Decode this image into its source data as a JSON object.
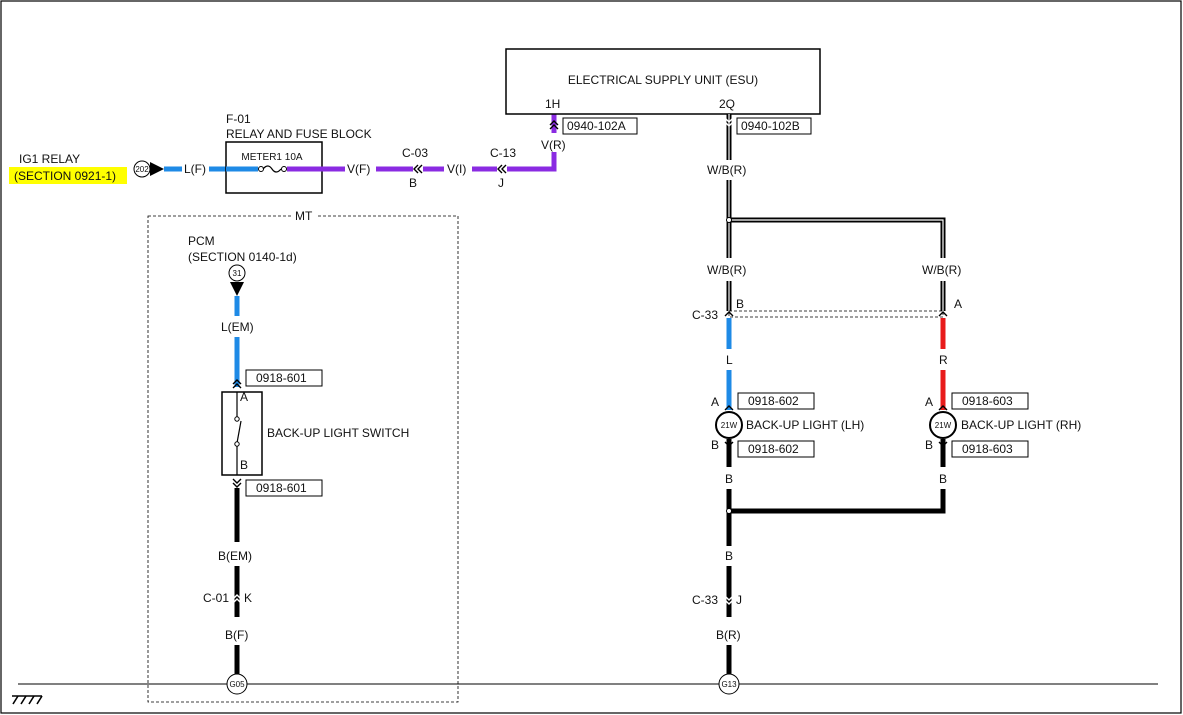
{
  "colors": {
    "blue": "#1e8ae6",
    "violet": "#8a2be2",
    "red": "#e81b1b",
    "black": "#000000",
    "wire_wb": "#000000",
    "highlight": "#ffff00"
  },
  "ig1": {
    "title": "IG1 RELAY",
    "section": "(SECTION 0921-1)",
    "terminal": "202",
    "wire": "L(F)"
  },
  "fuse_block": {
    "id": "F-01",
    "name": "RELAY AND FUSE BLOCK",
    "fuse": "METER1 10A",
    "out_wire": "V(F)"
  },
  "c03": {
    "id": "C-03",
    "pin": "B",
    "wire": "V(I)"
  },
  "c13": {
    "id": "C-13",
    "pin": "J",
    "wire": "V(R)"
  },
  "esu": {
    "name": "ELECTRICAL SUPPLY UNIT (ESU)",
    "pin_left": "1H",
    "pin_right": "2Q",
    "conn_left": "0940-102A",
    "conn_right": "0940-102B",
    "wire_right": "W/B(R)"
  },
  "mt": {
    "label": "MT",
    "pcm_title": "PCM",
    "pcm_section": "(SECTION 0140-1d)",
    "pcm_terminal": "31",
    "wire_top": "L(EM)",
    "switch_conn_top": "0918-601",
    "switch_pin_a": "A",
    "switch_name": "BACK-UP LIGHT SWITCH",
    "switch_pin_b": "B",
    "switch_conn_bottom": "0918-601",
    "wire_mid": "B(EM)",
    "c01": "C-01",
    "c01_pin": "K",
    "wire_bottom": "B(F)",
    "ground": "G05"
  },
  "right": {
    "wb_left": "W/B(R)",
    "wb_right": "W/B(R)",
    "c33": "C-33",
    "c33_pin_b": "B",
    "c33_pin_a": "A",
    "wire_l": "L",
    "wire_r": "R",
    "lh": {
      "pin_a": "A",
      "conn_top": "0918-602",
      "bulb": "21W",
      "name": "BACK-UP LIGHT (LH)",
      "pin_b": "B",
      "conn_bottom": "0918-602",
      "wire": "B"
    },
    "rh": {
      "pin_a": "A",
      "conn_top": "0918-603",
      "bulb": "21W",
      "name": "BACK-UP LIGHT (RH)",
      "pin_b": "B",
      "conn_bottom": "0918-603",
      "wire": "B"
    },
    "wire_join": "B",
    "c33_lower": "C-33",
    "c33_lower_pin": "J",
    "wire_bottom": "B(R)",
    "ground": "G13"
  }
}
